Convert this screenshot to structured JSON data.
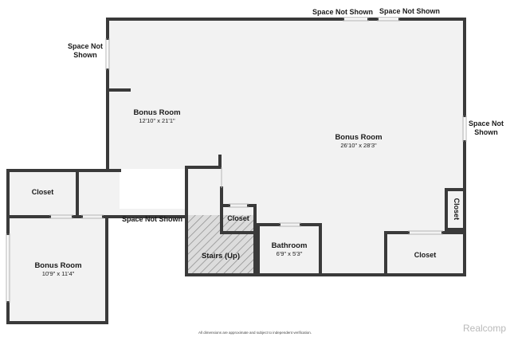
{
  "rooms": {
    "bonus_large": {
      "name": "Bonus Room",
      "dims": "26'10\" x 28'3\""
    },
    "bonus_left": {
      "name": "Bonus Room",
      "dims": "12'10\" x 21'1\""
    },
    "bonus_small": {
      "name": "Bonus Room",
      "dims": "10'9\" x 11'4\""
    },
    "bathroom": {
      "name": "Bathroom",
      "dims": "6'9\" x 5'3\""
    },
    "stairs": {
      "name": "Stairs (Up)"
    },
    "closet_left": {
      "name": "Closet"
    },
    "closet_center": {
      "name": "Closet"
    },
    "closet_right_bottom": {
      "name": "Closet"
    },
    "closet_right_side": {
      "name": "Closet"
    }
  },
  "space_not_shown": {
    "top_1": "Space Not Shown",
    "top_2": "Space Not Shown",
    "left": "Space Not Shown",
    "right": "Space Not Shown",
    "middle": "Space Not Shown"
  },
  "footer": {
    "disclaimer": "All dimensions are approximate and subject to independent verification.",
    "brand": "Realcomp"
  },
  "colors": {
    "wall": "#3a3a3a",
    "floor": "#f2f2f2",
    "stairs_hatch": "#888888"
  }
}
